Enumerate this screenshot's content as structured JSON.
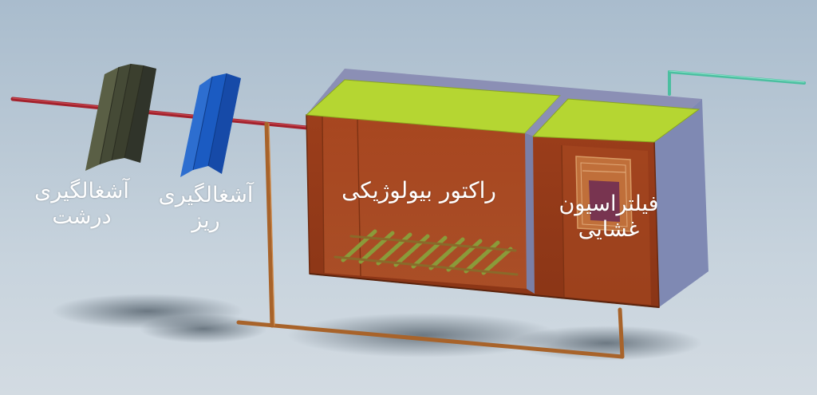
{
  "labels": {
    "coarse_screening": {
      "line1": "آشغالگیری",
      "line2": "درشت"
    },
    "fine_screening": {
      "line1": "آشغالگیری",
      "line2": "ریز"
    },
    "bio_reactor": {
      "line1": "راکتور بیولوژیکی"
    },
    "membrane_filtration": {
      "line1": "فیلتراسیون",
      "line2": "غشایی"
    }
  },
  "colors": {
    "background": "#b9c8d5",
    "influent_pipe": "#a3212c",
    "coarse_screen": "#3f4332",
    "fine_screen": "#1f64c8",
    "tank_body": "#9a3f1c",
    "liquid_surface": "#b5d632",
    "tank_side": "#7f89b3",
    "recycle_pipe": "#a8632a",
    "permeate_pipe": "#4bbfa0"
  }
}
